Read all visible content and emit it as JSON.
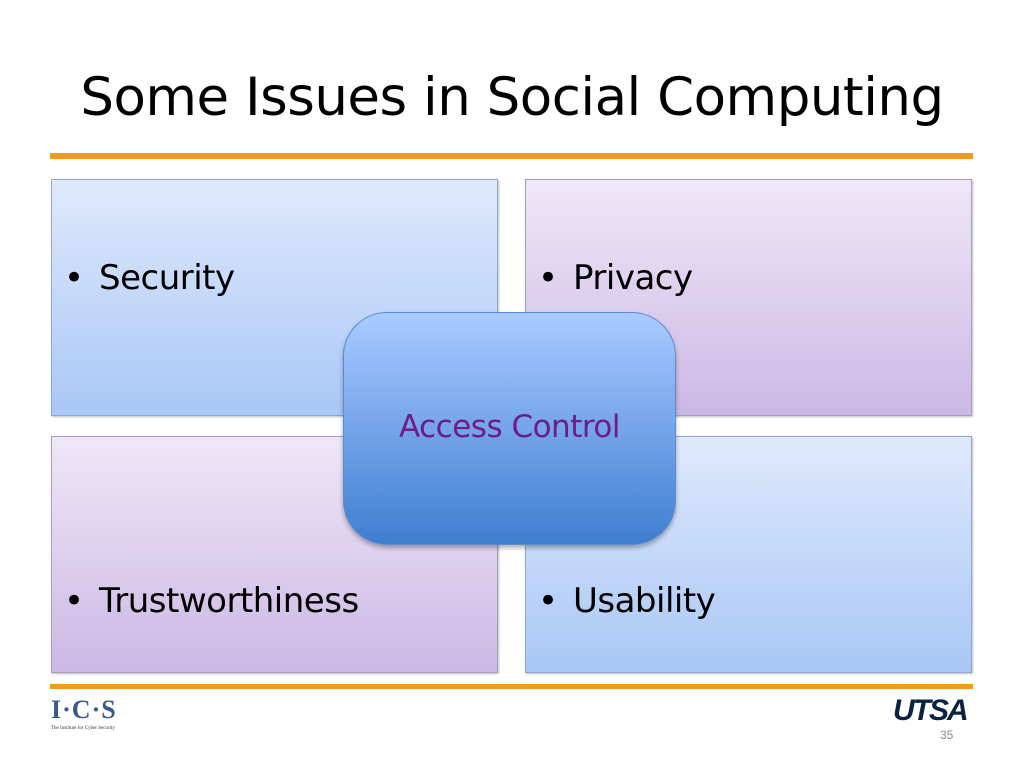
{
  "slide": {
    "title": "Some Issues in Social Computing",
    "quadrants": [
      {
        "bullet": "•",
        "label": "Security",
        "color": "#dfe9fb"
      },
      {
        "bullet": "•",
        "label": "Privacy",
        "color": "#efe7f7"
      },
      {
        "bullet": "•",
        "label": "Trustworthiness",
        "color": "#efe7f7"
      },
      {
        "bullet": "•",
        "label": "Usability",
        "color": "#dfe9fb"
      }
    ],
    "center_label": "Access Control",
    "accent_color": "#f29a1f",
    "center_text_color": "#6b1e8a"
  },
  "footer": {
    "ics_logo": "I·C·S",
    "ics_tagline": "The Institute for Cyber Security",
    "utsa_logo": "UTSA",
    "page_number": "35"
  }
}
